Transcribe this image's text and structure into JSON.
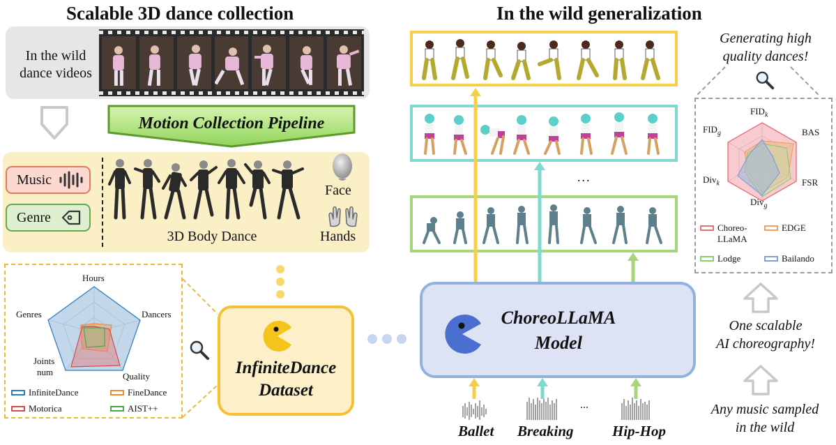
{
  "left_title": "Scalable 3D dance collection",
  "right_title": "In the wild generalization",
  "video_label_line1": "In the wild",
  "video_label_line2": "dance videos",
  "pipeline_label": "Motion Collection Pipeline",
  "music_label": "Music",
  "genre_label": "Genre",
  "body_label": "3D Body Dance",
  "face_label": "Face",
  "hands_label": "Hands",
  "dataset_line1": "InfiniteDance",
  "dataset_line2": "Dataset",
  "model_line1": "ChoreoLLaMA",
  "model_line2": "Model",
  "genres": [
    "Ballet",
    "Breaking",
    "Hip-Hop"
  ],
  "ellipsis": "...",
  "generating_line1": "Generating high",
  "generating_line2": "quality dances!",
  "scalable_line1": "One scalable",
  "scalable_line2": "AI choreography!",
  "music_sampled_line1": "Any music sampled",
  "music_sampled_line2": "in the wild",
  "dataset_radar": {
    "axes": [
      "Hours",
      "Dancers",
      "Quality",
      "Joints num",
      "Genres"
    ],
    "axis_label_joints_line1": "Joints",
    "axis_label_joints_line2": "num",
    "legend": [
      "InfiniteDance",
      "FineDance",
      "Motorica",
      "AIST++"
    ],
    "colors": {
      "InfiniteDance": "#2b7bba",
      "FineDance": "#f08c2e",
      "Motorica": "#d94a4a",
      "AIST++": "#4aa84a"
    }
  },
  "model_radar": {
    "axes": [
      "FID_k",
      "BAS",
      "FSR",
      "Div_g",
      "Div_k",
      "FID_g"
    ],
    "labels": {
      "fidk_main": "FID",
      "fidk_sub": "k",
      "bas": "BAS",
      "fsr": "FSR",
      "divg_main": "Div",
      "divg_sub": "g",
      "divk_main": "Div",
      "divk_sub": "k",
      "fidg_main": "FID",
      "fidg_sub": "g"
    },
    "legend_choreo_line1": "Choreo-",
    "legend_choreo_line2": "LLaMA",
    "legend_edge": "EDGE",
    "legend_lodge": "Lodge",
    "legend_bailando": "Bailando",
    "colors": {
      "ChoreoLLaMA": "#e8707a",
      "EDGE": "#f0a060",
      "Lodge": "#8fcc70",
      "Bailando": "#7f9fd6"
    }
  },
  "colors": {
    "yellow": "#f5cf47",
    "teal": "#7fd9cf",
    "green": "#a7d67a",
    "model_box": "#dde3f5",
    "model_border": "#8fb3e0",
    "dataset_box": "#fdf0c8"
  }
}
